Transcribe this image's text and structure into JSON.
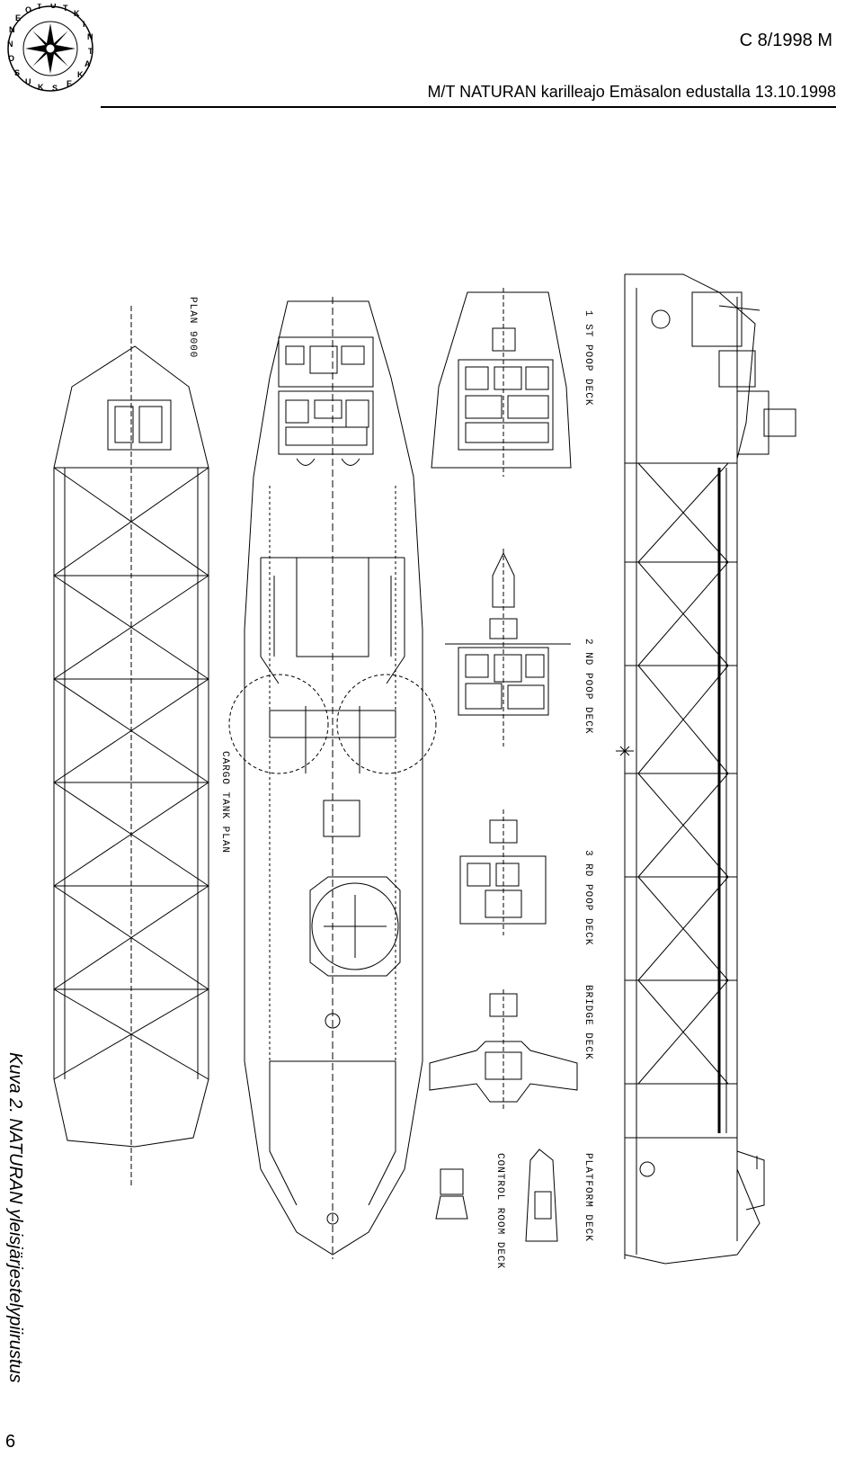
{
  "header": {
    "doc_code": "C 8/1998 M",
    "title": "M/T NATURAN karilleajo Emäsalon edustalla 13.10.1998",
    "logo_text": "ONNETTOMUUSTUTKINTAKESKUS"
  },
  "caption": "Kuva 2. NATURAN yleisjärjestelypiirustus",
  "page_number": "6",
  "drawing_labels": {
    "plan": "PLAN 9000",
    "cargo_tank_plan": "CARGO TANK PLAN",
    "poop_deck_1": "1 ST POOP DECK",
    "poop_deck_2": "2 ND POOP DECK",
    "poop_deck_3": "3 RD POOP DECK",
    "bridge_deck": "BRIDGE DECK",
    "platform_deck": "PLATFORM DECK",
    "control_room_deck": "CONTROL ROOM DECK"
  }
}
